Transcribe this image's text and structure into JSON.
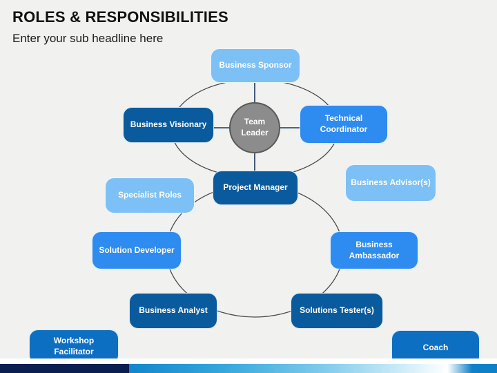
{
  "slide": {
    "title": "ROLES & RESPONSIBILITIES",
    "subtitle": "Enter your sub headline here"
  },
  "diagram": {
    "center": {
      "label": "Team Leader"
    },
    "nodes": [
      {
        "id": "business-sponsor",
        "label": "Business Sponsor",
        "variant": "light"
      },
      {
        "id": "business-visionary",
        "label": "Business Visionary",
        "variant": "dark"
      },
      {
        "id": "technical-coordinator",
        "label": "Technical Coordinator",
        "variant": "bright"
      },
      {
        "id": "project-manager",
        "label": "Project Manager",
        "variant": "dark"
      },
      {
        "id": "specialist-roles",
        "label": "Specialist Roles",
        "variant": "light"
      },
      {
        "id": "business-advisors",
        "label": "Business Advisor(s)",
        "variant": "light"
      },
      {
        "id": "solution-developer",
        "label": "Solution Developer",
        "variant": "bright"
      },
      {
        "id": "business-ambassador",
        "label": "Business Ambassador",
        "variant": "bright"
      },
      {
        "id": "business-analyst",
        "label": "Business Analyst",
        "variant": "dark"
      },
      {
        "id": "solutions-testers",
        "label": "Solutions Tester(s)",
        "variant": "dark"
      },
      {
        "id": "workshop-facilitator",
        "label": "Workshop Facilitator",
        "variant": "medium"
      },
      {
        "id": "coach",
        "label": "Coach",
        "variant": "medium"
      }
    ],
    "colors": {
      "light_blue": "#7CC0F6",
      "bright_blue": "#2E8CF0",
      "dark_blue": "#0A5B9D",
      "medium_blue": "#0D6FC2",
      "circle_fill": "#8C8C8C",
      "circle_border": "#595959",
      "orbit_stroke": "#4A4A4A",
      "connector": "#17365D",
      "footer_navy": "#0A1E50",
      "footer_blue": "#1080C8",
      "background": "#F1F1F0"
    }
  }
}
